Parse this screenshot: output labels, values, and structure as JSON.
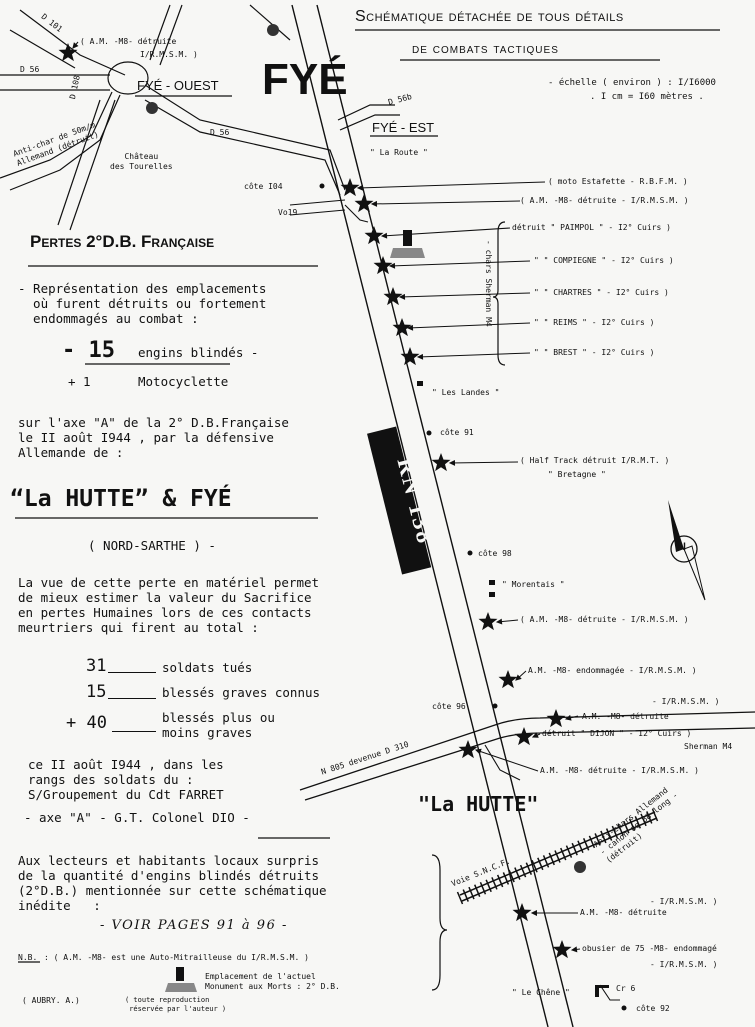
{
  "header": {
    "title_line1": "Schématique détachée de tous détails",
    "title_line2": "de combats tactiques",
    "scale_line1": "- échelle ( environ ) : I/I6000",
    "scale_line2": ". I cm = I60 mètres ."
  },
  "places": {
    "fye_main": "FYÉ",
    "fye_ouest": "FYÉ - OUEST",
    "fye_est": "FYÉ - EST",
    "chateau": "Château\ndes Tourelles",
    "anti_char_ouest": "Anti-char de 50m/m\nAllemand (détruit)",
    "la_route": "\" La Route \"",
    "cote_104": "côte I04",
    "vo19": "Vo19",
    "les_landes": "\" Les Landes \"",
    "cote_91": "côte 91",
    "cote_98": "côte 98",
    "morentais": "\" Morentais \"",
    "cote_96": "côte 96",
    "la_hutte_map": "\"La HUTTE\"",
    "voie_sncf": "Voie S.N.C.F.",
    "le_chene": "\" Le Chêne \"",
    "cr6": "Cr 6",
    "cote_92": "côte 92",
    "rn138": "RN 138",
    "n805": "N 805 devenue D 310"
  },
  "roads": {
    "d56_a": "D 56",
    "d56_b": "D 56",
    "d56b": "D 56b",
    "d108": "D 108",
    "d101": "D 101"
  },
  "top_annotations": {
    "am_detruite": "( A.M. -M8- détruite",
    "irmsm": "I/R.M.S.M. )"
  },
  "right_annotations": [
    "( moto Estafette  - R.B.F.M. )",
    "( A.M. -M8- détruite - I/R.M.S.M. )",
    "détruit \" PAIMPOL \"   - I2° Cuirs )",
    "\"   \" COMPIEGNE \" - I2° Cuirs )",
    "\"   \" CHARTRES \"  - I2° Cuirs )",
    "\"   \" REIMS \"     - I2° Cuirs )",
    "\"   \" BREST \"     - I2° Cuirs )",
    "( Half Track détruit   I/R.M.T. )",
    "\" Bretagne \"",
    "( A.M. -M8- détruite - I/R.M.S.M. )",
    "A.M. -M8- endommagée - I/R.M.S.M. )",
    "- I/R.M.S.M. )",
    "A.M. -M8- détruite",
    "détruit \" DIJON \" - I2° Cuirs )",
    "Sherman M4",
    "A.M. -M8- détruite - I/R.M.S.M. )",
    "- I/R.M.S.M. )",
    "A.M. -M8- détruite",
    "obusier de 75 -M8- endommagé",
    "- I/R.M.S.M. )"
  ],
  "chars_sherman": "- chars Sherman M4",
  "anti_char_sud": "Anti-chars Allemand\n- canon de 88 long -\n(détruit)",
  "left": {
    "pertes_title": "Pertes 2°D.B. Française",
    "intro": "- Représentation des emplacements\n  où furent détruits ou fortement\n  endommagés au combat :",
    "engins_num": "- 15",
    "engins_label": "engins blindés -",
    "moto_num": "+  1",
    "moto_label": "Motocyclette",
    "axe_text": "sur l'axe \"A\" de la 2° D.B.Française\nle II août I944 , par la défensive\nAllemande de :",
    "big_title": "“La HUTTE” & FYÉ",
    "nord_sarthe": "( NORD-SARTHE ) -",
    "vue_text": "La vue de cette perte en matériel permet\nde mieux estimer la valeur du Sacrifice\nen pertes Humaines lors de ces contacts\nmeurtriers qui firent au total :",
    "losses": [
      {
        "num": "31",
        "label": "soldats tués"
      },
      {
        "num": "15",
        "label": "blessés graves connus"
      },
      {
        "num": "+ 40",
        "label": "blessés plus ou\nmoins graves"
      }
    ],
    "date_text": "ce II août I944 , dans les\nrangs des soldats du :\nS/Groupement du Cdt FARRET",
    "axe_gt": "- axe \"A\" -  G.T. Colonel DIO -",
    "lecteurs": "Aux lecteurs et habitants locaux surpris\nde la quantité d'engins blindés détruits\n(2°D.B.) mentionnée sur cette schématique\ninédite   :",
    "voir_pages": "- VOIR PAGES 91 à 96 -",
    "nb_label": "N.B.",
    "nb_text": ": ( A.M. -M8- est une Auto-Mitrailleuse du I/R.M.S.M. )",
    "monument": "Emplacement de l'actuel\nMonument aux Morts : 2° D.B.",
    "author": "( AUBRY. A.)",
    "repro": "( toute reproduction\n réservée par l'auteur )"
  },
  "compass": {
    "north": "N"
  }
}
